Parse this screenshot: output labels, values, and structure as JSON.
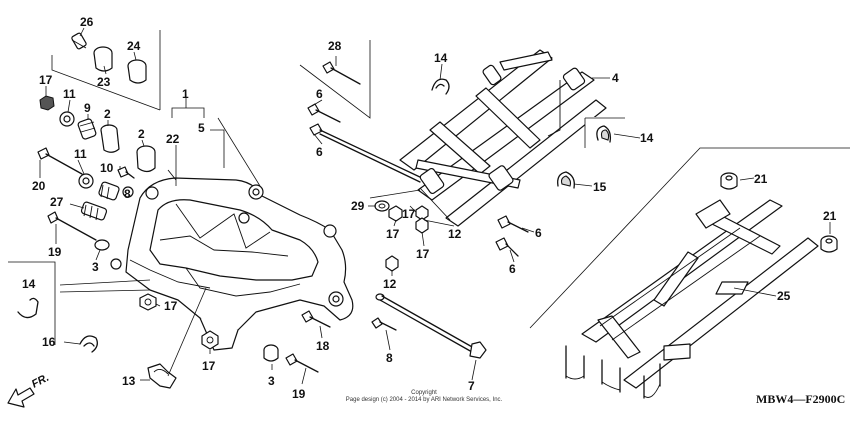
{
  "diagram": {
    "code": "MBW4—F2900C",
    "copyright_line1": "Copyright",
    "copyright_line2": "Page design (c) 2004 - 2014 by ARI Network Services, Inc.",
    "direction_label": "FR.",
    "callouts": {
      "n1": "1",
      "n2a": "2",
      "n2b": "2",
      "n3a": "3",
      "n3b": "3",
      "n4": "4",
      "n5": "5",
      "n6a": "6",
      "n6b": "6",
      "n6c": "6",
      "n6d": "6",
      "n7": "7",
      "n8a": "8",
      "n8b": "8",
      "n9": "9",
      "n10": "10",
      "n11a": "11",
      "n11b": "11",
      "n12a": "12",
      "n12b": "12",
      "n13": "13",
      "n14a": "14",
      "n14b": "14",
      "n14c": "14",
      "n15": "15",
      "n16": "16",
      "n17a": "17",
      "n17b": "17",
      "n17c": "17",
      "n17d": "17",
      "n17e": "17",
      "n17f": "17",
      "n18": "18",
      "n19a": "19",
      "n19b": "19",
      "n20": "20",
      "n21a": "21",
      "n21b": "21",
      "n22": "22",
      "n23": "23",
      "n24": "24",
      "n25": "25",
      "n26": "26",
      "n27": "27",
      "n28": "28",
      "n29": "29"
    }
  }
}
